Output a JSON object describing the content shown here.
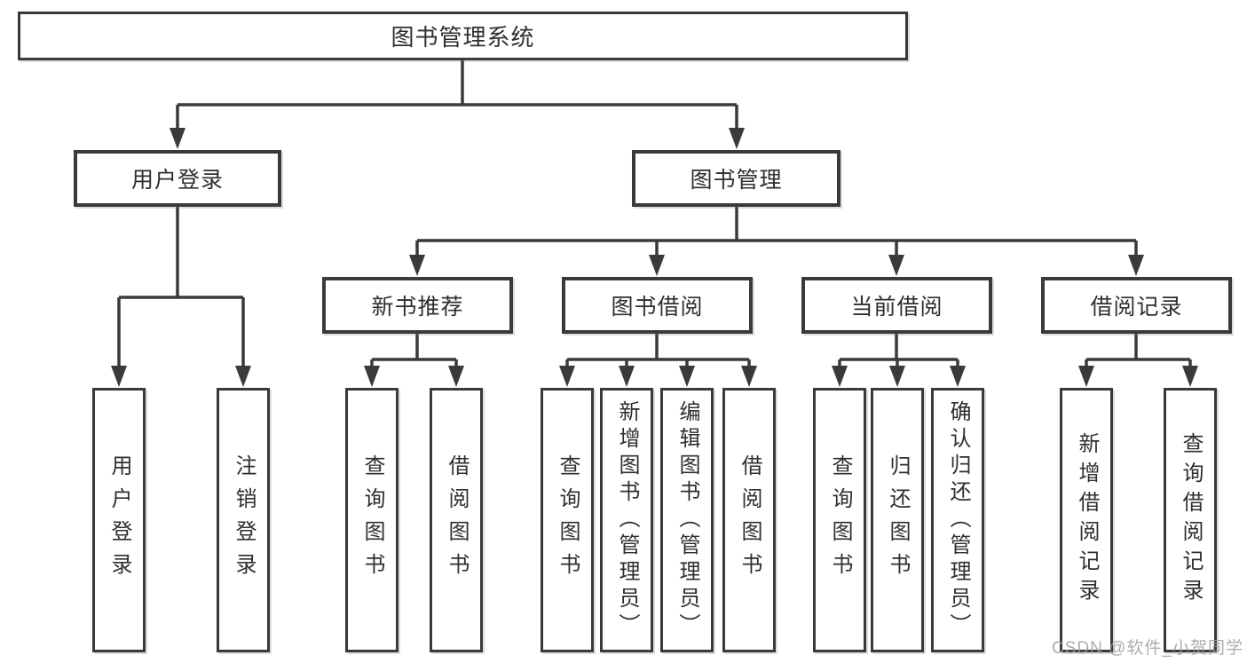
{
  "tree": {
    "root": "图书管理系统",
    "user_login": {
      "label": "用户登录",
      "children": [
        "用户登录",
        "注销登录"
      ]
    },
    "book_mgmt": {
      "label": "图书管理"
    },
    "new_book": {
      "label": "新书推荐",
      "children": [
        "查询图书",
        "借阅图书"
      ]
    },
    "book_borrow": {
      "label": "图书借阅",
      "children": [
        "查询图书",
        "新增图书（管理员）",
        "编辑图书（管理员）",
        "借阅图书"
      ]
    },
    "current_borrow": {
      "label": "当前借阅",
      "children": [
        "查询图书",
        "归还图书",
        "确认归还（管理员）"
      ]
    },
    "borrow_record": {
      "label": "借阅记录",
      "children": [
        "新增借阅记录",
        "查询借阅记录"
      ]
    }
  },
  "watermark": "CSDN @软件_小贺同学",
  "colors": {
    "line": "#3a3a3a",
    "text": "#2f2f2f",
    "box_background": "#ffffff",
    "watermark": "#9e9e9e"
  }
}
